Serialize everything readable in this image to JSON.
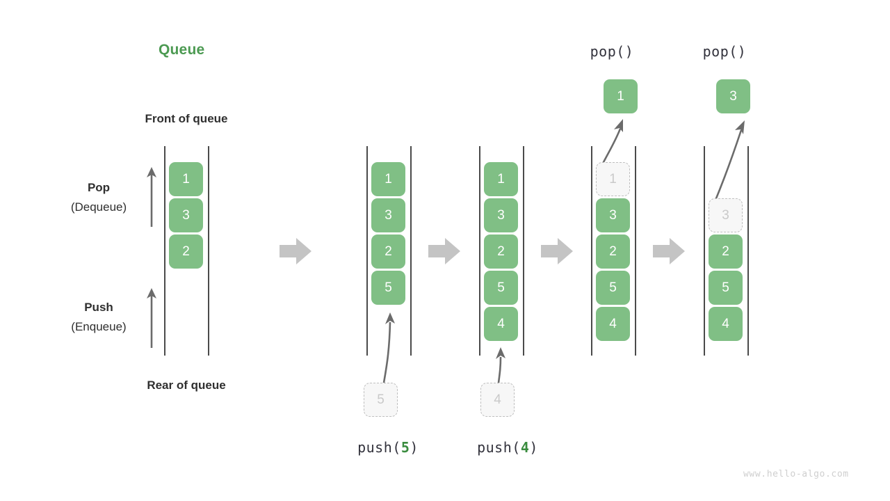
{
  "title": "Queue",
  "labels": {
    "front_of_queue": "Front of queue",
    "rear_of_queue": "Rear of queue",
    "pop_strong": "Pop",
    "pop_paren": "(Dequeue)",
    "push_strong": "Push",
    "push_paren": "(Enqueue)"
  },
  "colors": {
    "accent_green": "#4c9a52",
    "box_green": "#80bf85",
    "ghost_fill": "#f7f7f7",
    "ghost_border": "#bfbfbf",
    "ghost_text": "#c9c9c9",
    "rail": "#4a4a4a",
    "arrow_gray": "#c4c4c4",
    "thin_arrow": "#6b6b6b",
    "text_dark": "#2f2f2f",
    "watermark": "#cfcfcf"
  },
  "columns": [
    {
      "id": "initial",
      "caption": "",
      "caption_prefix": "",
      "caption_num": "",
      "caption_suffix": "",
      "items": [
        "1",
        "3",
        "2"
      ],
      "ghost_index": -1,
      "incoming": null,
      "result": null,
      "op_label": ""
    },
    {
      "id": "push-5",
      "caption_prefix": "push(",
      "caption_num": "5",
      "caption_suffix": ")",
      "items": [
        "1",
        "3",
        "2",
        "5"
      ],
      "ghost_index": -1,
      "incoming": "5",
      "result": null,
      "op_label": ""
    },
    {
      "id": "push-4",
      "caption_prefix": "push(",
      "caption_num": "4",
      "caption_suffix": ")",
      "items": [
        "1",
        "3",
        "2",
        "5",
        "4"
      ],
      "ghost_index": -1,
      "incoming": "4",
      "result": null,
      "op_label": ""
    },
    {
      "id": "pop-1",
      "caption_prefix": "",
      "caption_num": "",
      "caption_suffix": "",
      "items": [
        "1",
        "3",
        "2",
        "5",
        "4"
      ],
      "ghost_index": 0,
      "incoming": null,
      "result": "1",
      "op_label": "pop()"
    },
    {
      "id": "pop-3",
      "caption_prefix": "",
      "caption_num": "",
      "caption_suffix": "",
      "items": [
        "3",
        "2",
        "5",
        "4"
      ],
      "ghost_index": 0,
      "incoming": null,
      "result": "3",
      "op_label": "pop()"
    }
  ],
  "transition_arrows": 4,
  "watermark": "www.hello-algo.com"
}
